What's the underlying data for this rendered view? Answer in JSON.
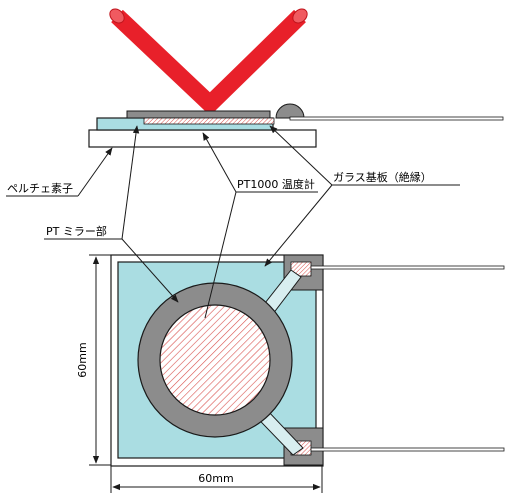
{
  "labels": {
    "peltier": "ペルチェ素子",
    "pt1000": "PT1000 温度計",
    "glass": "ガラス基板（絶縁）",
    "mirror": "PT ミラー部"
  },
  "dimensions": {
    "width": "60mm",
    "height": "60mm"
  },
  "colors": {
    "beam": "#e8202a",
    "glass": "#aadde2",
    "mirror_ring": "#8c8c8c",
    "hatch": "#d9534f",
    "outline": "#1a1a1a"
  }
}
